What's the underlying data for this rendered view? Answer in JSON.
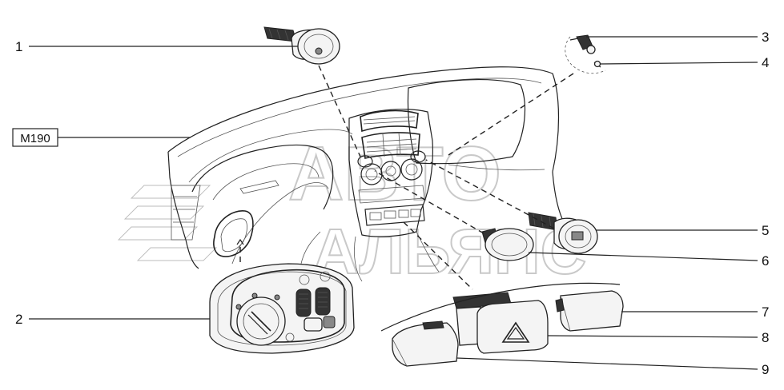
{
  "watermark": {
    "line1": "АВТО",
    "line2": "АЛЬЯНС"
  },
  "code_label": "M190",
  "callouts": [
    "1",
    "2",
    "3",
    "4",
    "5",
    "6",
    "7",
    "8",
    "9"
  ]
}
